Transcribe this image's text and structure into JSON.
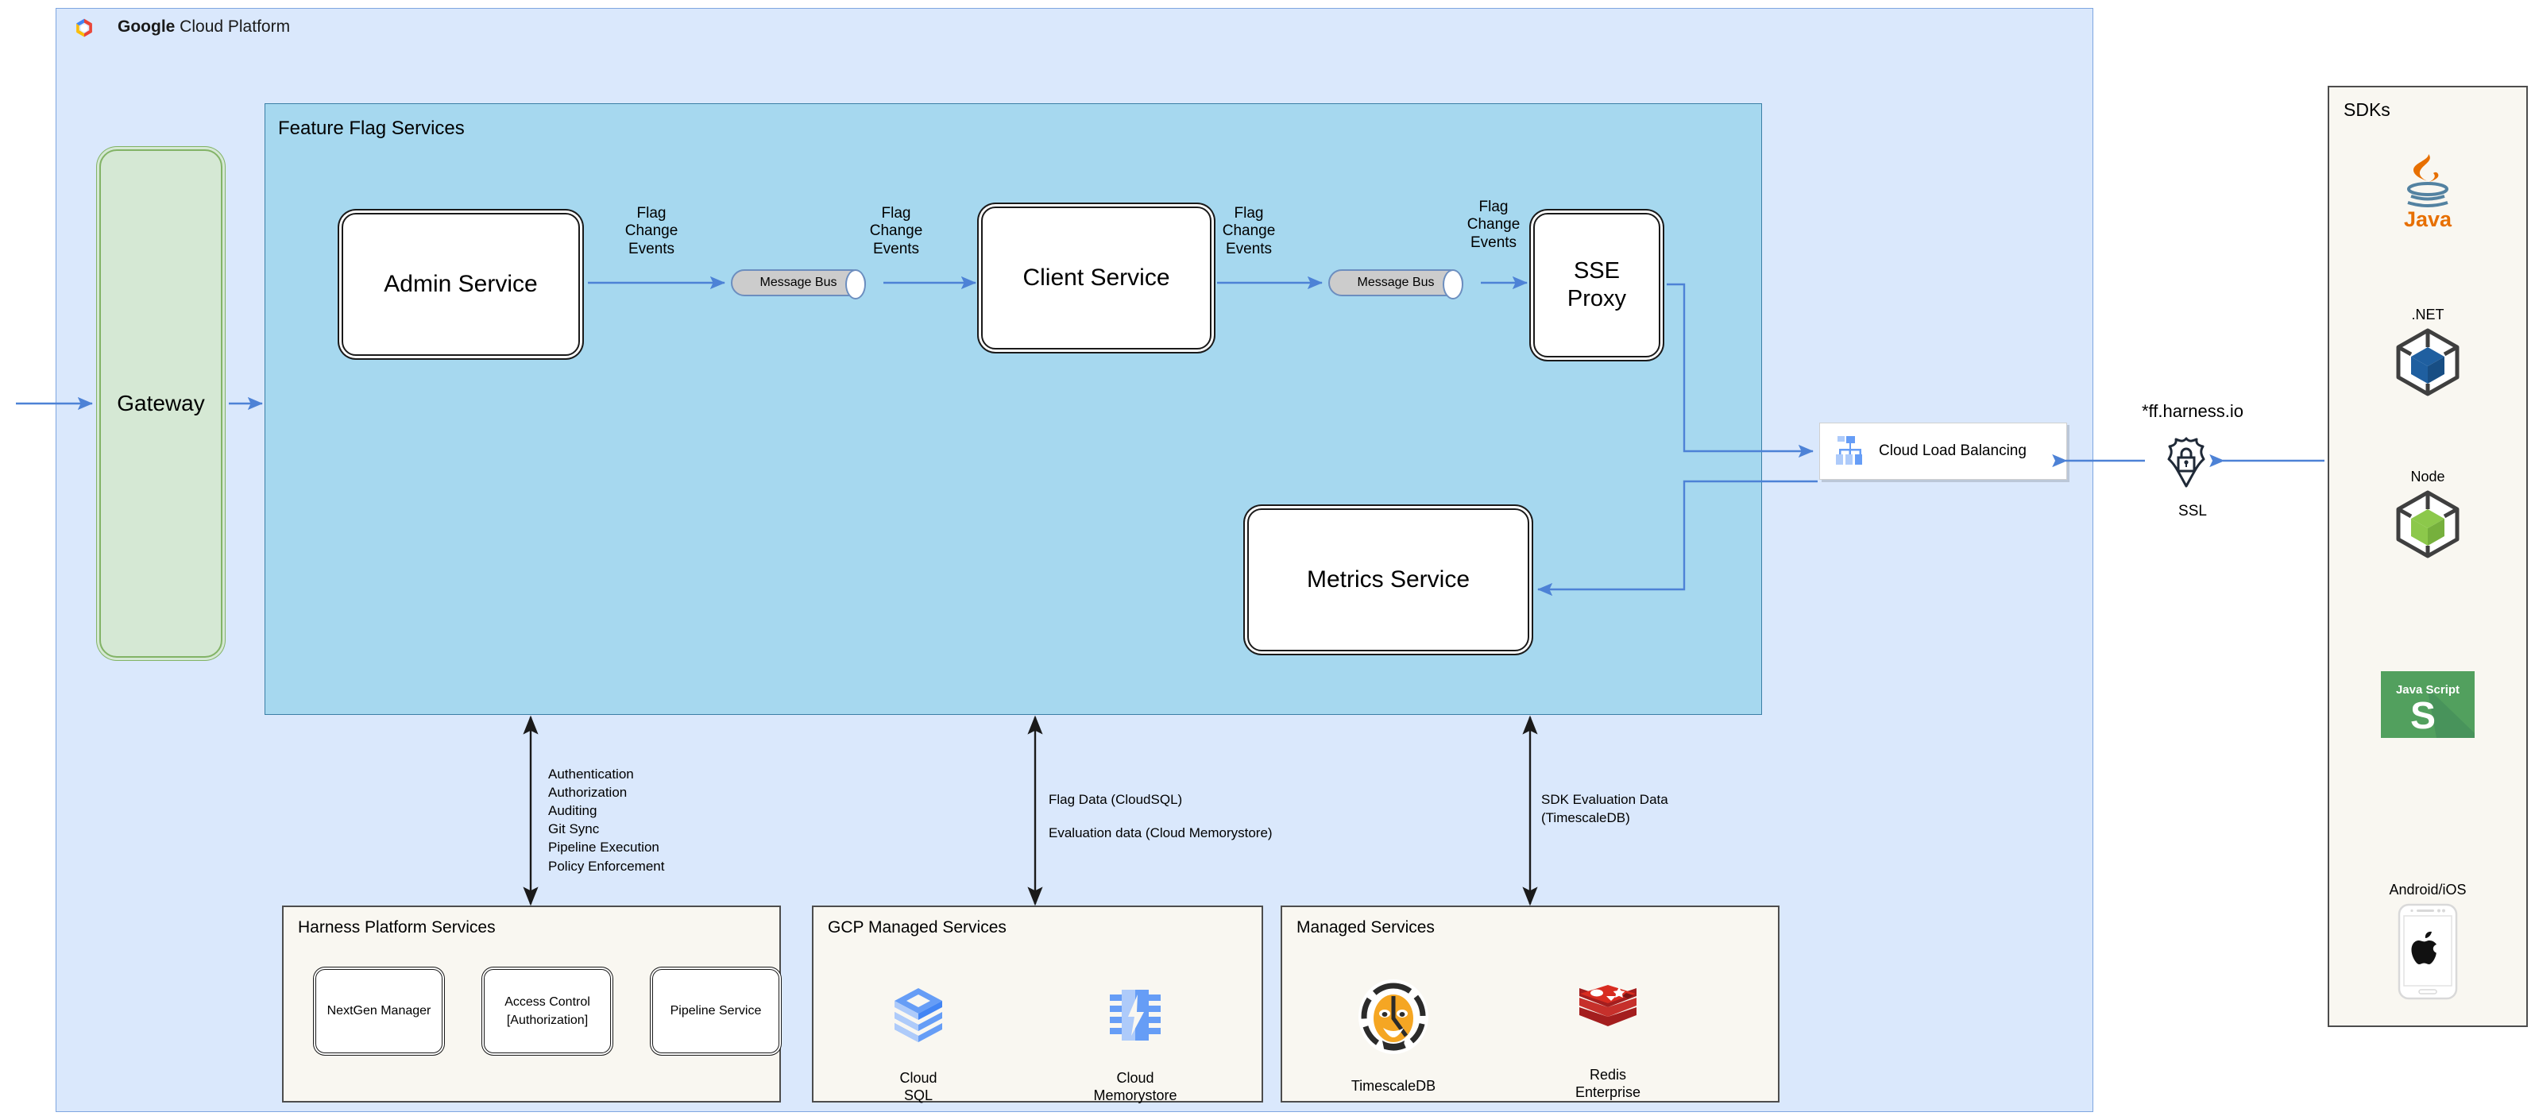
{
  "cloud": {
    "title_brand": "Google",
    "title_rest": " Cloud Platform",
    "logo_icon": "google-cloud-logo"
  },
  "feature_flag_services": {
    "title": "Feature Flag Services",
    "nodes": {
      "admin_service": "Admin Service",
      "client_service": "Client Service",
      "sse_proxy": "SSE\nProxy",
      "metrics_service": "Metrics Service"
    },
    "message_bus_label": "Message Bus",
    "edge_labels": {
      "flag_change_events": "Flag\nChange\nEvents"
    }
  },
  "gateway": {
    "label": "Gateway"
  },
  "load_balancer": {
    "label": "Cloud Load Balancing",
    "icon": "cloud-load-balancing-icon"
  },
  "edge": {
    "domain": "*ff.harness.io",
    "ssl_label": "SSL",
    "ssl_icon": "ssl-shield-lock-icon"
  },
  "annotations": {
    "harness_platform": "Authentication\nAuthorization\nAuditing\nGit Sync\nPipeline Execution\nPolicy Enforcement",
    "flag_data": "Flag Data (CloudSQL)",
    "evaluation_data": "Evaluation data (Cloud Memorystore)",
    "sdk_evaluation_data": "SDK Evaluation Data\n(TimescaleDB)"
  },
  "bottom_panels": [
    {
      "title": "Harness Platform Services",
      "items": [
        "NextGen Manager",
        "Access Control\n[Authorization]",
        "Pipeline Service"
      ]
    },
    {
      "title": "GCP Managed Services",
      "items": [
        {
          "label": "Cloud\nSQL",
          "icon": "cloud-sql-icon"
        },
        {
          "label": "Cloud\nMemorystore",
          "icon": "cloud-memorystore-icon"
        }
      ]
    },
    {
      "title": "Managed Services",
      "items": [
        {
          "label": "TimescaleDB",
          "icon": "timescaledb-tiger-icon"
        },
        {
          "label": "Redis\nEnterprise",
          "icon": "redis-icon"
        }
      ]
    }
  ],
  "sdks": {
    "title": "SDKs",
    "items": [
      {
        "label": "",
        "name": "Java",
        "icon": "java-logo-icon"
      },
      {
        "label": ".NET",
        "name": ".NET",
        "icon": "dotnet-cube-icon"
      },
      {
        "label": "Node",
        "name": "Node",
        "icon": "node-cube-icon"
      },
      {
        "label": "",
        "name": "JavaScript",
        "icon": "javascript-logo-icon",
        "badge": "Java Script"
      },
      {
        "label": "Android/iOS",
        "name": "Android/iOS",
        "icon": "mobile-device-apple-icon"
      }
    ]
  },
  "colors": {
    "gcp_panel": "#dae8fc",
    "gcp_border": "#7ea6e0",
    "ffs_panel": "#a6d8ef",
    "ffs_border": "#3b7fa6",
    "gateway_fill": "#d5e8d4",
    "gateway_border": "#82b366",
    "beige_panel": "#f9f7f1",
    "arrow_blue": "#4d82d6",
    "arrow_black": "#1a1a1a"
  }
}
